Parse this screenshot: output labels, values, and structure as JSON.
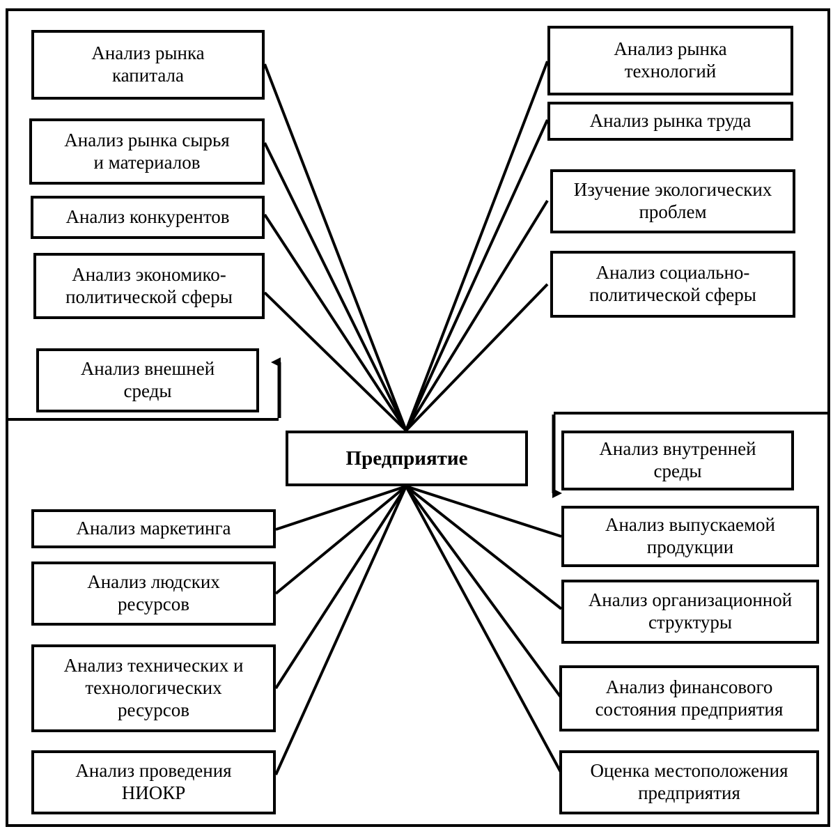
{
  "diagram": {
    "title_center": "Предприятие",
    "frame": {
      "outer_border_color": "#000000",
      "background_color": "#ffffff",
      "line_color": "#000000"
    },
    "sections": {
      "external": "Анализ внешней среды",
      "internal": "Анализ внутренней среды"
    },
    "external_left": [
      {
        "label": "Анализ рынка капитала",
        "lines": [
          "Анализ рынка",
          "капитала"
        ]
      },
      {
        "label": "Анализ рынка сырья и материалов",
        "lines": [
          "Анализ рынка сырья",
          "и материалов"
        ]
      },
      {
        "label": "Анализ конкурентов",
        "lines": [
          "Анализ конкурентов"
        ]
      },
      {
        "label": "Анализ экономико-политической сферы",
        "lines": [
          "Анализ экономико-",
          "политической сферы"
        ]
      },
      {
        "label": "Анализ внешней среды",
        "lines": [
          "Анализ внешней",
          "среды"
        ]
      }
    ],
    "external_right": [
      {
        "label": "Анализ рынка технологий",
        "lines": [
          "Анализ рынка",
          "технологий"
        ]
      },
      {
        "label": "Анализ рынка труда",
        "lines": [
          "Анализ рынка труда"
        ]
      },
      {
        "label": "Изучение экологических проблем",
        "lines": [
          "Изучение экологических",
          "проблем"
        ]
      },
      {
        "label": "Анализ социально-политической сферы",
        "lines": [
          "Анализ социально-",
          "политической сферы"
        ]
      }
    ],
    "internal_left": [
      {
        "label": "Анализ маркетинга",
        "lines": [
          "Анализ маркетинга"
        ]
      },
      {
        "label": "Анализ людских ресурсов",
        "lines": [
          "Анализ людских",
          "ресурсов"
        ]
      },
      {
        "label": "Анализ технических и технологических ресурсов",
        "lines": [
          "Анализ технических и",
          "технологических",
          "ресурсов"
        ]
      },
      {
        "label": "Анализ проведения НИОКР",
        "lines": [
          "Анализ проведения",
          "НИОКР"
        ]
      }
    ],
    "internal_right": [
      {
        "label": "Анализ внутренней среды",
        "lines": [
          "Анализ внутренней",
          "среды"
        ]
      },
      {
        "label": "Анализ выпускаемой продукции",
        "lines": [
          "Анализ выпускаемой",
          "продукции"
        ]
      },
      {
        "label": "Анализ организационной структуры",
        "lines": [
          "Анализ организационной",
          "структуры"
        ]
      },
      {
        "label": "Анализ финансового состояния предприятия",
        "lines": [
          "Анализ финансового",
          "состояния предприятия"
        ]
      },
      {
        "label": "Оценка местоположения предприятия",
        "lines": [
          "Оценка местоположения",
          "предприятия"
        ]
      }
    ]
  }
}
